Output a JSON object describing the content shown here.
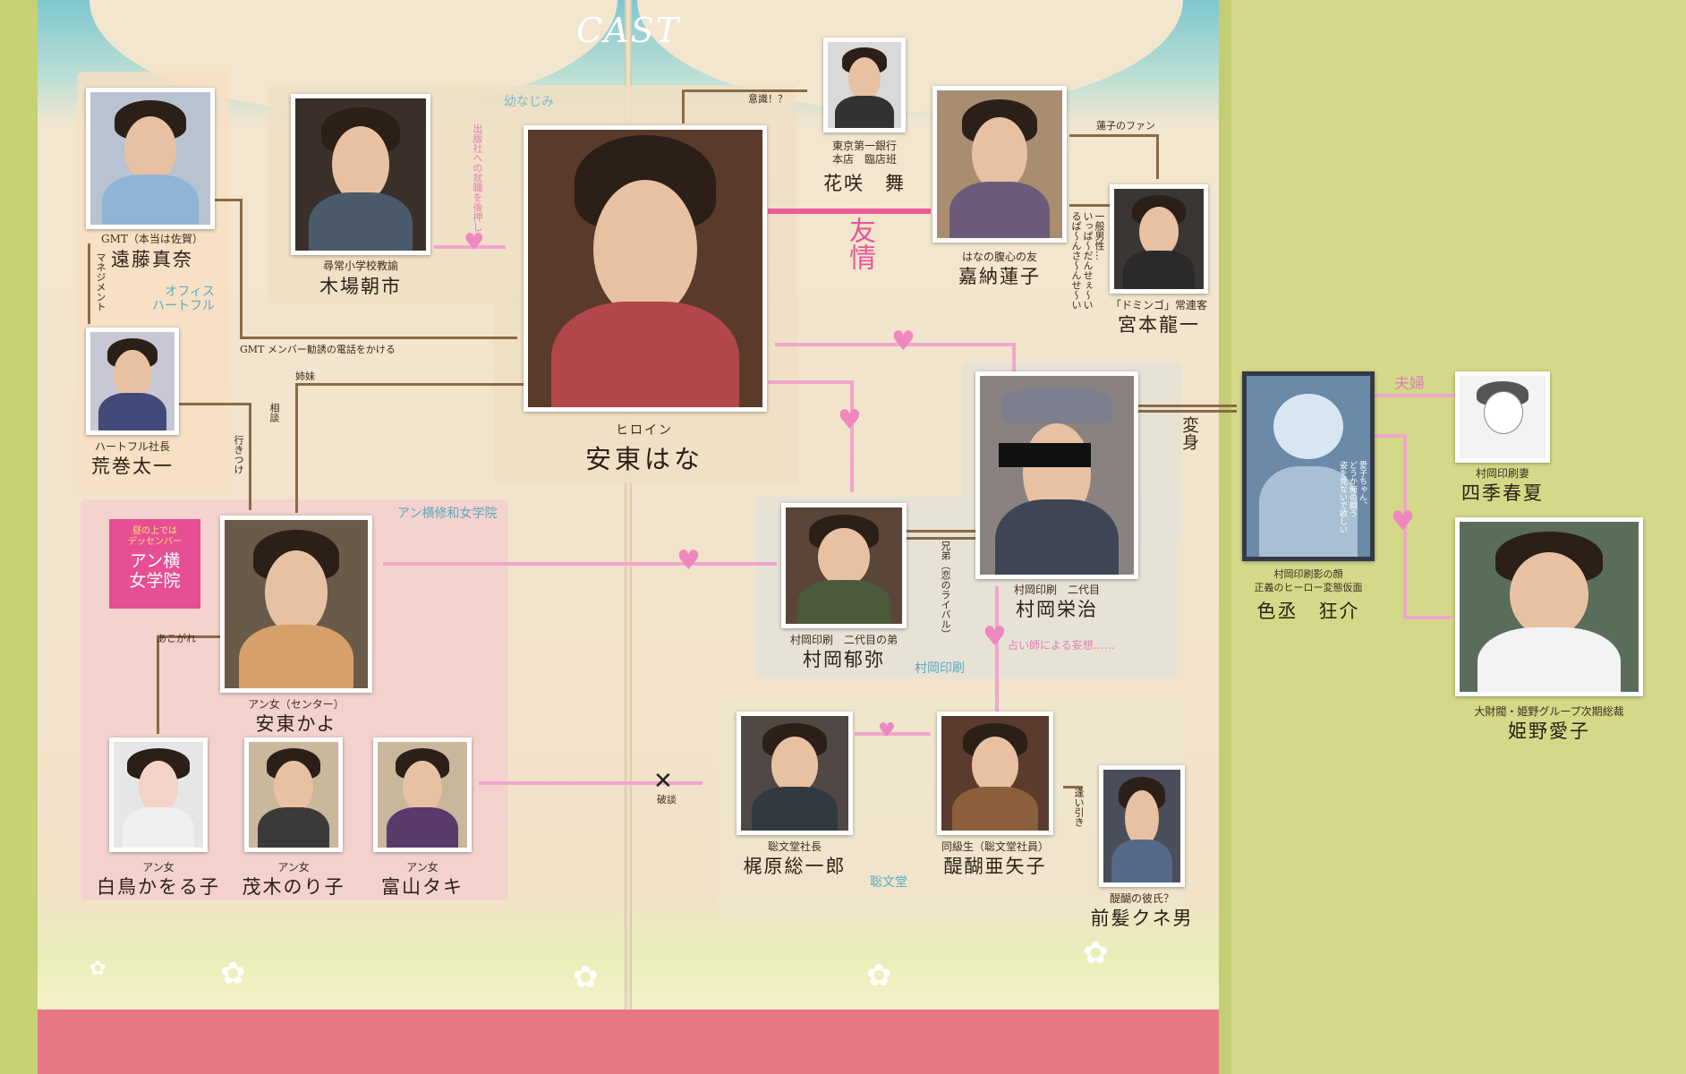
{
  "title": "CAST",
  "groups": {
    "childhood": "幼なじみ",
    "office": "オフィス\nハートフル",
    "academy": "アン横修和女学院",
    "printing": "村岡印刷",
    "sobundo": "聡文堂"
  },
  "logo": {
    "small": "昼の上では\nデッセンバー",
    "main": "アン横\n女学院"
  },
  "characters": {
    "endo": {
      "role": "GMT（本当は佐賀）",
      "name": "遠藤真奈"
    },
    "kiba": {
      "role": "尋常小学校教諭",
      "name": "木場朝市"
    },
    "hana": {
      "role": "ヒロイン",
      "name": "安東はな"
    },
    "hanasaki": {
      "role": "東京第一銀行\n本店　臨店班",
      "name": "花咲　舞"
    },
    "kano": {
      "role": "はなの腹心の友",
      "name": "嘉納蓮子"
    },
    "miyamoto": {
      "role": "「ドミンゴ」常連客",
      "name": "宮本龍一"
    },
    "aramaki": {
      "role": "ハートフル社長",
      "name": "荒巻太一"
    },
    "kayo": {
      "role": "アン女（センター）",
      "name": "安東かよ"
    },
    "shiratori": {
      "role": "アン女",
      "name": "白鳥かをる子"
    },
    "shigeki": {
      "role": "アン女",
      "name": "茂木のり子"
    },
    "tomiyama": {
      "role": "アン女",
      "name": "富山タキ"
    },
    "ikuya": {
      "role": "村岡印刷　二代目の弟",
      "name": "村岡郁弥"
    },
    "eiji": {
      "role": "村岡印刷　二代目",
      "name": "村岡栄治"
    },
    "kajiwara": {
      "role": "聡文堂社長",
      "name": "梶原総一郎"
    },
    "daigo": {
      "role": "同級生（聡文堂社員）",
      "name": "醍醐亜矢子"
    },
    "maegami": {
      "role": "醍醐の彼氏？",
      "name": "前髪クネ男"
    },
    "iromasa": {
      "role": "村岡印刷影の顔\n正義のヒーロー変態仮面",
      "name": "色丞　狂介"
    },
    "shiki": {
      "role": "村岡印刷妻",
      "name": "四季春夏"
    },
    "himeno": {
      "role": "大財閥・姫野グループ次期総裁",
      "name": "姫野愛子"
    }
  },
  "relations": {
    "ishiki": "意識！？",
    "friendship": "友情",
    "ren_fan": "蓮子のファン",
    "ippan": "一般男性…\nいっぱ〜だんせぇ〜い\nるぱ〜んさ〜んせ〜い",
    "shuppan": "出版社への就職を後押し",
    "manage": "マネジメント",
    "gmt_call": "GMT メンバー勧誘の電話をかける",
    "shimai": "姉妹",
    "soudan": "相談",
    "ikitsuke": "行きつけ",
    "henshin": "変身",
    "fufu": "夫婦",
    "kyoudai": "兄弟（恋のライバル）",
    "akogare": "あこがれ",
    "uranai": "占い師による妄想……",
    "hadan": "破談",
    "aibiki": "逢い引き"
  },
  "poster_text": "愛子ちゃん、\nどうか俺の闘う\n姿を見ないで欲しい"
}
